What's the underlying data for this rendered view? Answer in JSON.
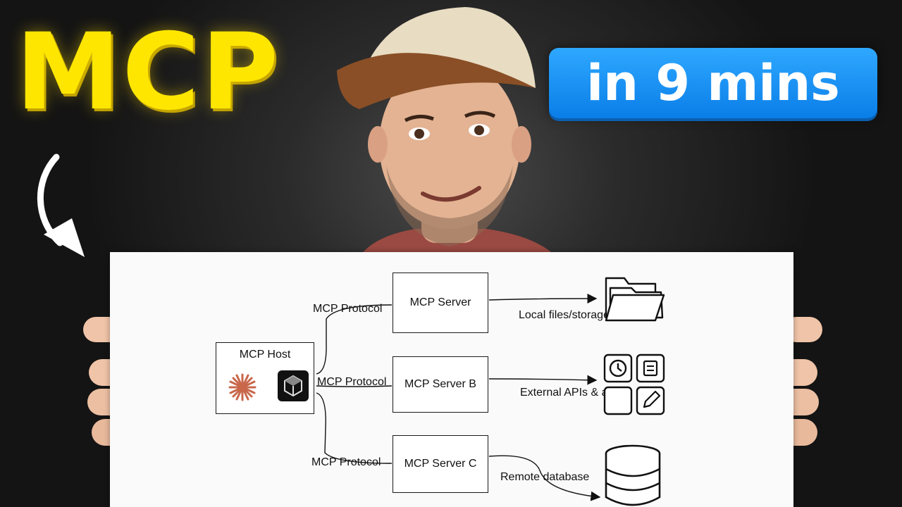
{
  "headline": "MCP",
  "badge": "in 9 mins",
  "diagram": {
    "host": {
      "label": "MCP Host"
    },
    "protocol_labels": [
      "MCP Protocol",
      "MCP Protocol",
      "MCP Protocol"
    ],
    "servers": [
      "MCP Server",
      "MCP Server B",
      "MCP Server C"
    ],
    "targets": [
      "Local files/storage",
      "External APIs & apps",
      "Remote database"
    ]
  },
  "icons": {
    "host_icons": [
      "claude-sunburst-icon",
      "cube-app-icon"
    ],
    "target_icons": [
      "folder-icon",
      "apps-grid-icon",
      "database-icon"
    ]
  },
  "colors": {
    "headline": "#ffe600",
    "badge": "#1a8cf0",
    "background": "#1e1e1e",
    "board": "#fafafa"
  }
}
